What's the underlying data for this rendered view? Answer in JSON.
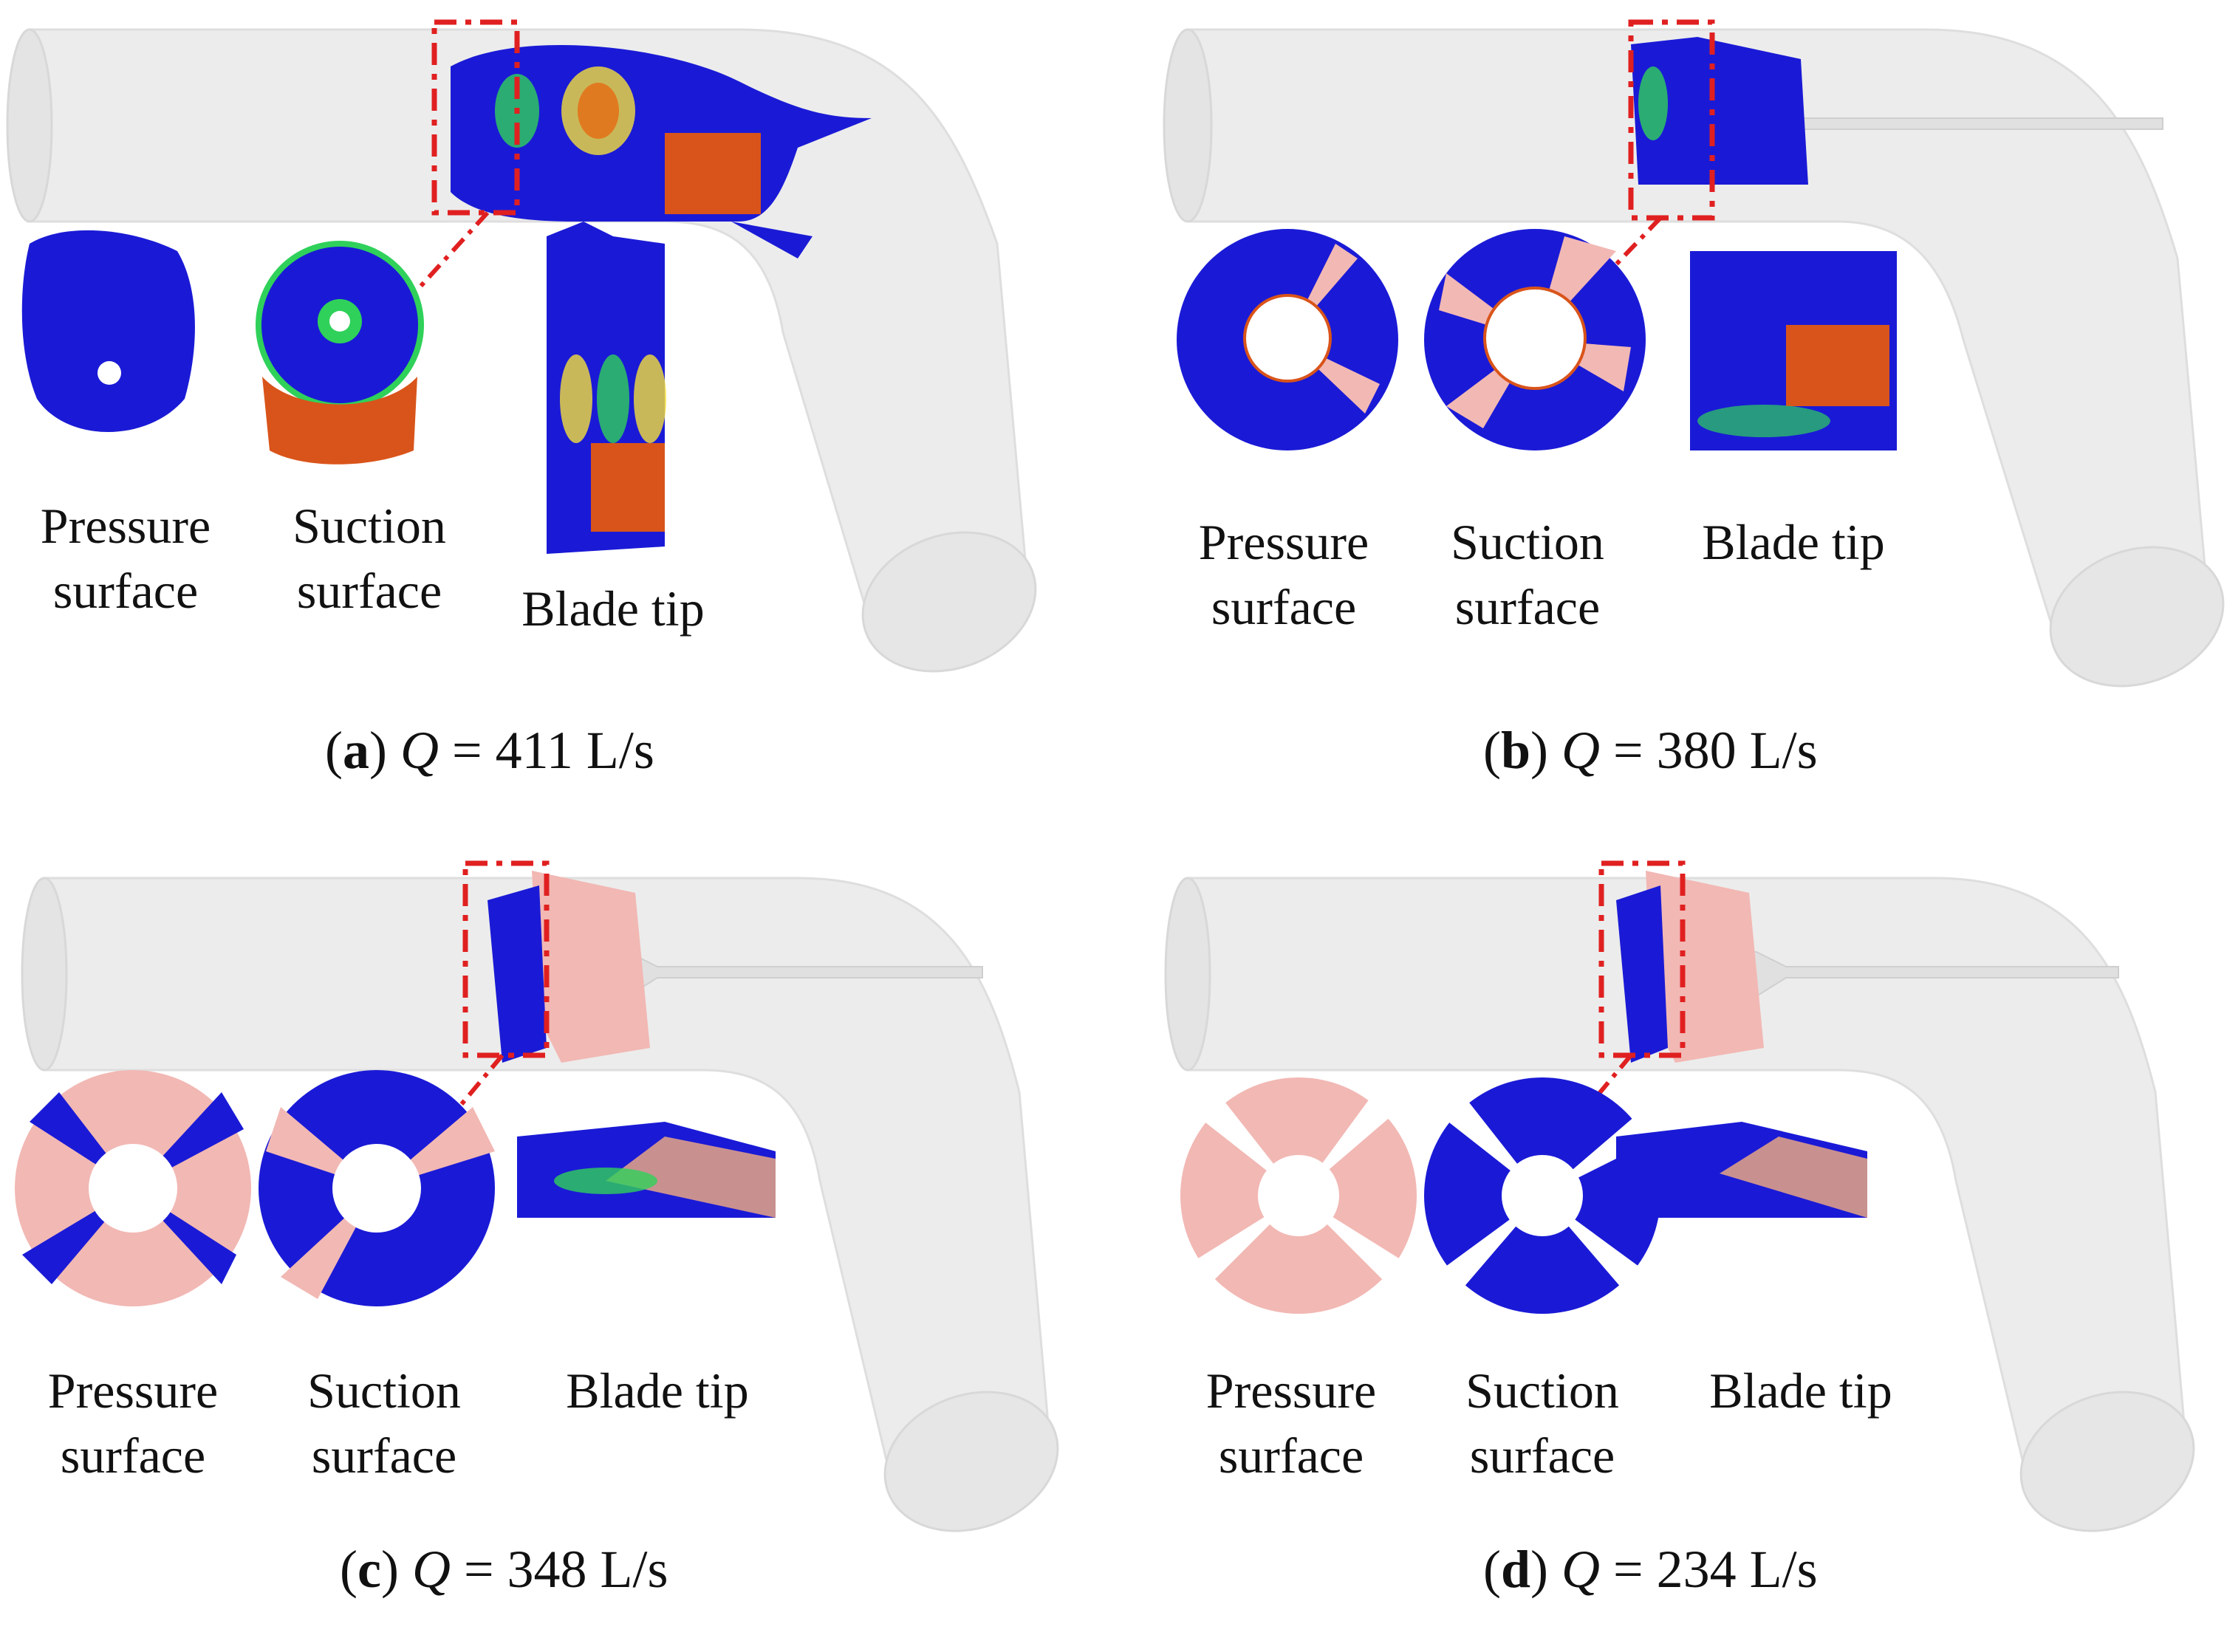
{
  "panels": [
    {
      "id": "a",
      "labels": {
        "pressure": "Pressure\nsurface",
        "suction": "Suction\nsurface",
        "tip": "Blade tip"
      },
      "caption": {
        "letter": "a",
        "symbol": "Q",
        "value": "= 411 L/s"
      }
    },
    {
      "id": "b",
      "labels": {
        "pressure": "Pressure\nsurface",
        "suction": "Suction\nsurface",
        "tip": "Blade tip"
      },
      "caption": {
        "letter": "b",
        "symbol": "Q",
        "value": "= 380 L/s"
      }
    },
    {
      "id": "c",
      "labels": {
        "pressure": "Pressure\nsurface",
        "suction": "Suction\nsurface",
        "tip": "Blade tip"
      },
      "caption": {
        "letter": "c",
        "symbol": "Q",
        "value": "= 348 L/s"
      }
    },
    {
      "id": "d",
      "labels": {
        "pressure": "Pressure\nsurface",
        "suction": "Suction\nsurface",
        "tip": "Blade tip"
      },
      "caption": {
        "letter": "d",
        "symbol": "Q",
        "value": "= 234 L/s"
      }
    }
  ],
  "colors": {
    "pipe": "#ececec",
    "pipe_edge": "#d4d4d4",
    "cavity_blue": "#1a1ad6",
    "cavity_orange": "#d9541a",
    "blade_pink": "#f2b8b4",
    "highlight_green": "#2fd15a",
    "highlight_yellow": "#f5e03a",
    "zoom_box": "#e02020"
  }
}
